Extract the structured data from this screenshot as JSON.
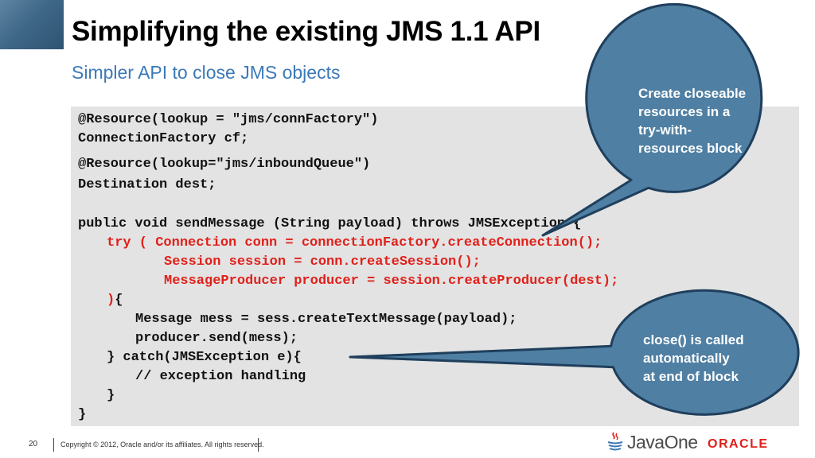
{
  "slide": {
    "title": "Simplifying the existing JMS 1.1 API",
    "subtitle": "Simpler API to close JMS objects"
  },
  "code": {
    "line01": "@Resource(lookup = \"jms/connFactory\")",
    "line02": "ConnectionFactory cf;",
    "line03": "@Resource(lookup=\"jms/inboundQueue\")",
    "line04": "Destination dest;",
    "line05": "public void sendMessage (String payload) throws JMSException {",
    "line06": "try ( Connection conn = connectionFactory.createConnection();",
    "line07": "Session session = conn.createSession();",
    "line08": "MessageProducer producer = session.createProducer(dest);",
    "line09_red": ")",
    "line09_rest": "{",
    "line10": "Message mess = sess.createTextMessage(payload);",
    "line11": "producer.send(mess);",
    "line12": "} catch(JMSException e){",
    "line13": "// exception handling",
    "line14": "}",
    "line15": "}"
  },
  "callouts": {
    "top": [
      "Create closeable",
      "resources in a",
      "try-with-",
      "resources block"
    ],
    "bottom": [
      "close() is called",
      "automatically",
      "at end of block"
    ]
  },
  "footer": {
    "page_number": "20",
    "copyright": "Copyright © 2012, Oracle and/or its affiliates. All rights reserved.",
    "javaone": "JavaOne",
    "oracle": "ORACLE"
  },
  "colors": {
    "title": "#000000",
    "subtitle": "#3b79b7",
    "code_background": "#e3e3e3",
    "code_highlight": "#e0201a",
    "bubble_fill": "#4f7fa3",
    "bubble_stroke": "#1f3f5c",
    "oracle_red": "#e0201a"
  }
}
